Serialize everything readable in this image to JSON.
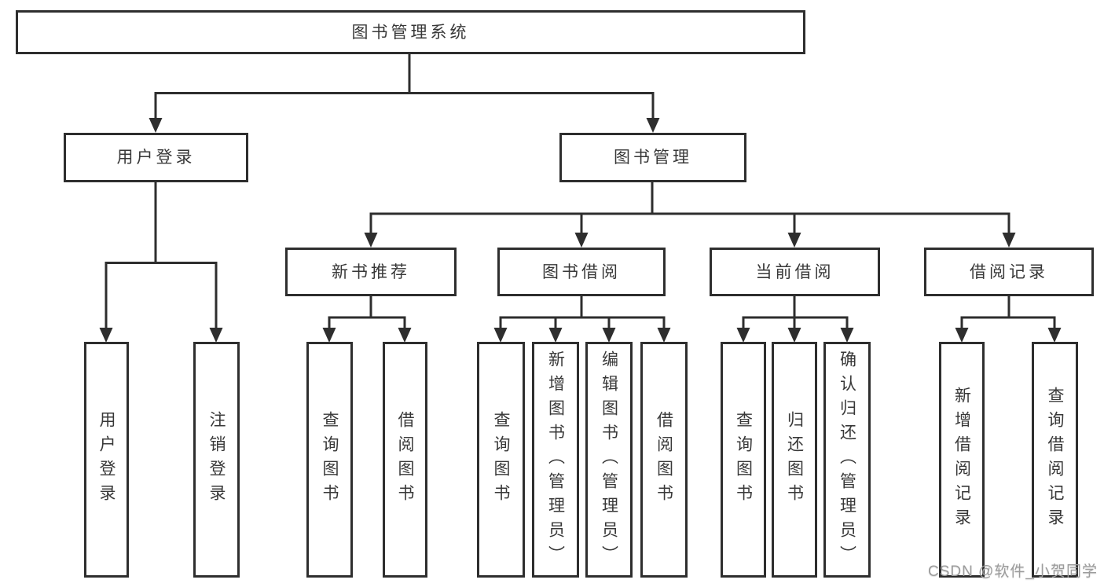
{
  "tree": {
    "root": {
      "label": "图书管理系统"
    },
    "level1": [
      {
        "label": "用户登录",
        "children": [
          {
            "label": "用户登录"
          },
          {
            "label": "注销登录"
          }
        ]
      },
      {
        "label": "图书管理",
        "children": [
          {
            "label": "新书推荐",
            "children": [
              {
                "label": "查询图书"
              },
              {
                "label": "借阅图书"
              }
            ]
          },
          {
            "label": "图书借阅",
            "children": [
              {
                "label": "查询图书"
              },
              {
                "label": "新增图书（管理员）"
              },
              {
                "label": "编辑图书（管理员）"
              },
              {
                "label": "借阅图书"
              }
            ]
          },
          {
            "label": "当前借阅",
            "children": [
              {
                "label": "查询图书"
              },
              {
                "label": "归还图书"
              },
              {
                "label": "确认归还（管理员）"
              }
            ]
          },
          {
            "label": "借阅记录",
            "children": [
              {
                "label": "新增借阅记录"
              },
              {
                "label": "查询借阅记录"
              }
            ]
          }
        ]
      }
    ]
  },
  "watermark": "CSDN @软件_小贺同学",
  "colors": {
    "line": "#2e2e2e",
    "text": "#383838",
    "background": "#ffffff",
    "watermark": "#9c9c9c"
  }
}
